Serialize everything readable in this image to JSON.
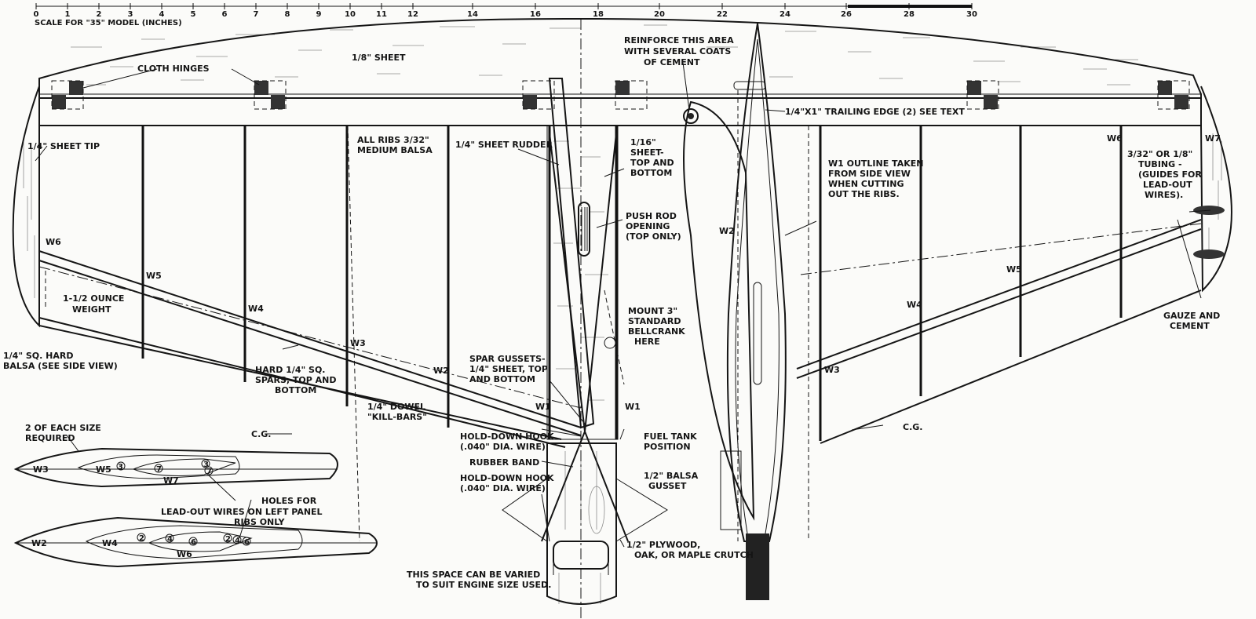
{
  "scale": {
    "caption": "SCALE FOR \"35\" MODEL (INCHES)",
    "ticks": [
      "0",
      "1",
      "2",
      "3",
      "4",
      "5",
      "6",
      "7",
      "8",
      "9",
      "10",
      "11",
      "12",
      "14",
      "16",
      "18",
      "20",
      "22",
      "24",
      "26",
      "28",
      "30"
    ]
  },
  "callouts": {
    "sheet_1_8": "1/8\" SHEET",
    "cloth_hinges": "CLOTH HINGES",
    "reinforce_1": "REINFORCE THIS AREA",
    "reinforce_2": "WITH SEVERAL COATS",
    "reinforce_3": "OF CEMENT",
    "trailing_edge": "1/4\"X1\" TRAILING EDGE (2) SEE TEXT",
    "sheet_tip": "1/4\" SHEET TIP",
    "all_ribs_1": "ALL RIBS 3/32\"",
    "all_ribs_2": "MEDIUM BALSA",
    "sheet_rudder": "1/4\" SHEET RUDDER",
    "sheet_1_16_1": "1/16\"",
    "sheet_1_16_2": "SHEET-",
    "sheet_1_16_3": "TOP AND",
    "sheet_1_16_4": "BOTTOM",
    "push_rod_1": "PUSH ROD",
    "push_rod_2": "OPENING",
    "push_rod_3": "(TOP ONLY)",
    "w1_outline_1": "W1 OUTLINE TAKEN",
    "w1_outline_2": "FROM SIDE VIEW",
    "w1_outline_3": "WHEN CUTTING",
    "w1_outline_4": "OUT THE RIBS.",
    "tubing_1": "3/32\" OR 1/8\"",
    "tubing_2": "TUBING -",
    "tubing_3": "(GUIDES FOR",
    "tubing_4": "LEAD-OUT",
    "tubing_5": "WIRES).",
    "weight_1": "1-1/2 OUNCE",
    "weight_2": "WEIGHT",
    "mount_1": "MOUNT 3\"",
    "mount_2": "STANDARD",
    "mount_3": "BELLCRANK",
    "mount_4": "HERE",
    "gauze_1": "GAUZE AND",
    "gauze_2": "CEMENT",
    "hard_balsa_1": "1/4\" SQ. HARD",
    "hard_balsa_2": "BALSA (SEE SIDE VIEW)",
    "spars_1": "HARD 1/4\" SQ.",
    "spars_2": "SPARS, TOP AND",
    "spars_3": "BOTTOM",
    "gussets_1": "SPAR GUSSETS-",
    "gussets_2": "1/4\" SHEET, TOP",
    "gussets_3": "AND BOTTOM",
    "dowel_1": "1/4\" DOWEL",
    "dowel_2": "\"KILL-BARS\"",
    "cg": "C.G.",
    "two_each_1": "2 OF EACH SIZE",
    "two_each_2": "REQUIRED",
    "hook_1": "HOLD-DOWN HOOK",
    "hook_2": "(.040\" DIA. WIRE)",
    "fuel_1": "FUEL TANK",
    "fuel_2": "POSITION",
    "rubber_band": "RUBBER BAND",
    "gusset_half_1": "1/2\" BALSA",
    "gusset_half_2": "GUSSET",
    "holes_1": "HOLES FOR",
    "holes_2": "LEAD-OUT WIRES ON LEFT PANEL",
    "holes_3": "RIBS ONLY",
    "plywood_1": "1/2\" PLYWOOD,",
    "plywood_2": "OAK, OR MAPLE CRUTCH",
    "space_1": "THIS SPACE CAN BE VARIED",
    "space_2": "TO SUIT ENGINE SIZE USED."
  },
  "ribs": {
    "w1": "W1",
    "w2": "W2",
    "w3": "W3",
    "w4": "W4",
    "w5": "W5",
    "w6": "W6",
    "w7": "W7"
  },
  "rib_marks": {
    "m3": "3",
    "m7": "7",
    "m2": "2",
    "m4": "4",
    "m6": "6"
  }
}
